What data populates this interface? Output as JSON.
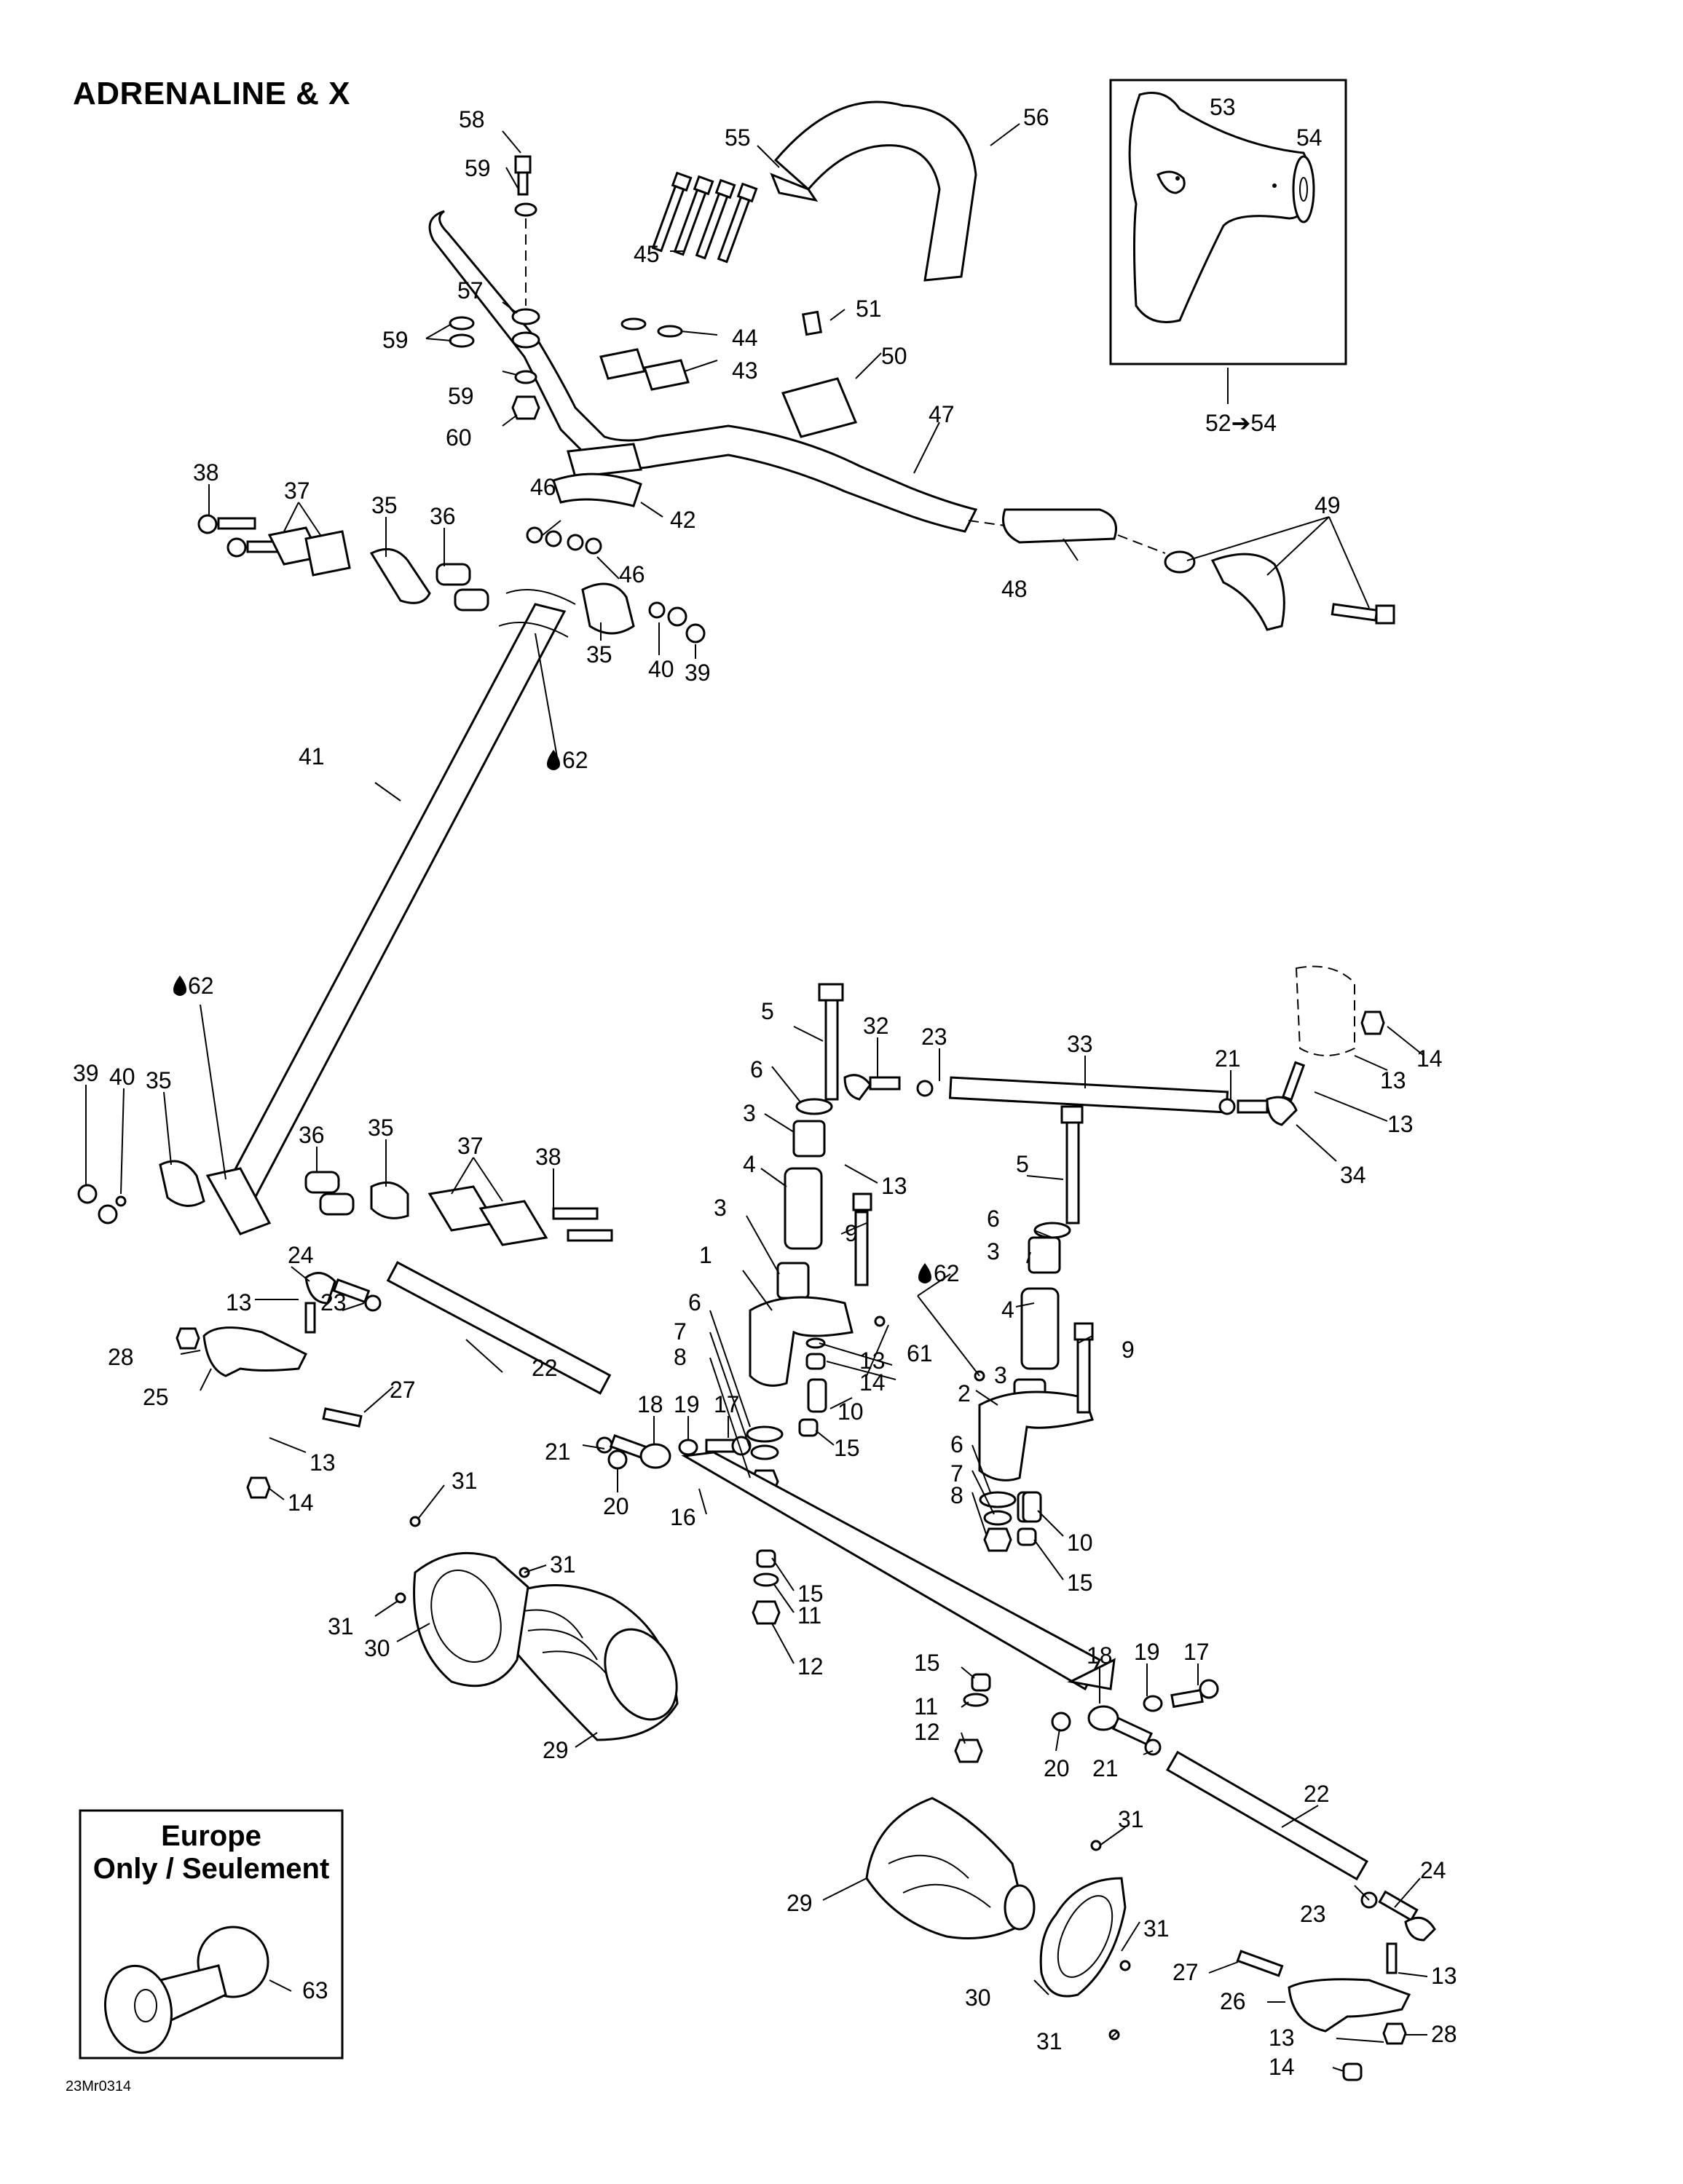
{
  "title": "ADRENALINE & X",
  "figure_code": "23Mr0314",
  "inset_handguard": {
    "callouts": [
      "53",
      "54"
    ],
    "assembly_label": "52➔54"
  },
  "inset_europe": {
    "title_line1": "Europe",
    "title_line2": "Only / Seulement",
    "callout": "63"
  },
  "lubricant_symbol": "drop-icon",
  "callouts": [
    {
      "id": "c58",
      "text": "58"
    },
    {
      "id": "c59a",
      "text": "59"
    },
    {
      "id": "c57",
      "text": "57"
    },
    {
      "id": "c59b",
      "text": "59"
    },
    {
      "id": "c59c",
      "text": "59"
    },
    {
      "id": "c60",
      "text": "60"
    },
    {
      "id": "c55",
      "text": "55"
    },
    {
      "id": "c56",
      "text": "56"
    },
    {
      "id": "c45",
      "text": "45"
    },
    {
      "id": "c44",
      "text": "44"
    },
    {
      "id": "c43",
      "text": "43"
    },
    {
      "id": "c51",
      "text": "51"
    },
    {
      "id": "c50",
      "text": "50"
    },
    {
      "id": "c47",
      "text": "47"
    },
    {
      "id": "c42",
      "text": "42"
    },
    {
      "id": "c46a",
      "text": "46"
    },
    {
      "id": "c46b",
      "text": "46"
    },
    {
      "id": "c38a",
      "text": "38"
    },
    {
      "id": "c37a",
      "text": "37"
    },
    {
      "id": "c35a",
      "text": "35"
    },
    {
      "id": "c36a",
      "text": "36"
    },
    {
      "id": "c35b",
      "text": "35"
    },
    {
      "id": "c40a",
      "text": "40"
    },
    {
      "id": "c39a",
      "text": "39"
    },
    {
      "id": "c48",
      "text": "48"
    },
    {
      "id": "c49",
      "text": "49"
    },
    {
      "id": "c62a",
      "text": "62"
    },
    {
      "id": "c41",
      "text": "41"
    },
    {
      "id": "c62b",
      "text": "62"
    },
    {
      "id": "c39b",
      "text": "39"
    },
    {
      "id": "c40b",
      "text": "40"
    },
    {
      "id": "c35c",
      "text": "35"
    },
    {
      "id": "c36b",
      "text": "36"
    },
    {
      "id": "c35d",
      "text": "35"
    },
    {
      "id": "c37b",
      "text": "37"
    },
    {
      "id": "c38b",
      "text": "38"
    },
    {
      "id": "c5a",
      "text": "5"
    },
    {
      "id": "c32",
      "text": "32"
    },
    {
      "id": "c23a",
      "text": "23"
    },
    {
      "id": "c33",
      "text": "33"
    },
    {
      "id": "c21a",
      "text": "21"
    },
    {
      "id": "c14a",
      "text": "14"
    },
    {
      "id": "c13a",
      "text": "13"
    },
    {
      "id": "c13b",
      "text": "13"
    },
    {
      "id": "c34",
      "text": "34"
    },
    {
      "id": "c6a",
      "text": "6"
    },
    {
      "id": "c3a",
      "text": "3"
    },
    {
      "id": "c4a",
      "text": "4"
    },
    {
      "id": "c13c",
      "text": "13"
    },
    {
      "id": "c3b",
      "text": "3"
    },
    {
      "id": "c9a",
      "text": "9"
    },
    {
      "id": "c5b",
      "text": "5"
    },
    {
      "id": "c6b",
      "text": "6"
    },
    {
      "id": "c3c",
      "text": "3"
    },
    {
      "id": "c1",
      "text": "1"
    },
    {
      "id": "c62c",
      "text": "62"
    },
    {
      "id": "c6c",
      "text": "6"
    },
    {
      "id": "c7a",
      "text": "7"
    },
    {
      "id": "c8a",
      "text": "8"
    },
    {
      "id": "c13d",
      "text": "13"
    },
    {
      "id": "c61",
      "text": "61"
    },
    {
      "id": "c14b",
      "text": "14"
    },
    {
      "id": "c4b",
      "text": "4"
    },
    {
      "id": "c3d",
      "text": "3"
    },
    {
      "id": "c9b",
      "text": "9"
    },
    {
      "id": "c10a",
      "text": "10"
    },
    {
      "id": "c2",
      "text": "2"
    },
    {
      "id": "c15a",
      "text": "15"
    },
    {
      "id": "c6d",
      "text": "6"
    },
    {
      "id": "c7b",
      "text": "7"
    },
    {
      "id": "c8b",
      "text": "8"
    },
    {
      "id": "c10b",
      "text": "10"
    },
    {
      "id": "c15b",
      "text": "15"
    },
    {
      "id": "c24a",
      "text": "24"
    },
    {
      "id": "c13e",
      "text": "13"
    },
    {
      "id": "c23b",
      "text": "23"
    },
    {
      "id": "c22a",
      "text": "22"
    },
    {
      "id": "c28a",
      "text": "28"
    },
    {
      "id": "c25",
      "text": "25"
    },
    {
      "id": "c27a",
      "text": "27"
    },
    {
      "id": "c13f",
      "text": "13"
    },
    {
      "id": "c14c",
      "text": "14"
    },
    {
      "id": "c18a",
      "text": "18"
    },
    {
      "id": "c19a",
      "text": "19"
    },
    {
      "id": "c17a",
      "text": "17"
    },
    {
      "id": "c21b",
      "text": "21"
    },
    {
      "id": "c20a",
      "text": "20"
    },
    {
      "id": "c16",
      "text": "16"
    },
    {
      "id": "c31a",
      "text": "31"
    },
    {
      "id": "c31b",
      "text": "31"
    },
    {
      "id": "c31c",
      "text": "31"
    },
    {
      "id": "c30a",
      "text": "30"
    },
    {
      "id": "c29a",
      "text": "29"
    },
    {
      "id": "c15c",
      "text": "15"
    },
    {
      "id": "c11a",
      "text": "11"
    },
    {
      "id": "c12a",
      "text": "12"
    },
    {
      "id": "c15d",
      "text": "15"
    },
    {
      "id": "c11b",
      "text": "11"
    },
    {
      "id": "c12b",
      "text": "12"
    },
    {
      "id": "c18b",
      "text": "18"
    },
    {
      "id": "c19b",
      "text": "19"
    },
    {
      "id": "c17b",
      "text": "17"
    },
    {
      "id": "c20b",
      "text": "20"
    },
    {
      "id": "c21c",
      "text": "21"
    },
    {
      "id": "c22b",
      "text": "22"
    },
    {
      "id": "c31d",
      "text": "31"
    },
    {
      "id": "c24b",
      "text": "24"
    },
    {
      "id": "c29b",
      "text": "29"
    },
    {
      "id": "c31e",
      "text": "31"
    },
    {
      "id": "c23c",
      "text": "23"
    },
    {
      "id": "c27b",
      "text": "27"
    },
    {
      "id": "c13g",
      "text": "13"
    },
    {
      "id": "c26",
      "text": "26"
    },
    {
      "id": "c30b",
      "text": "30"
    },
    {
      "id": "c13h",
      "text": "13"
    },
    {
      "id": "c28b",
      "text": "28"
    },
    {
      "id": "c14d",
      "text": "14"
    },
    {
      "id": "c31f",
      "text": "31"
    }
  ]
}
